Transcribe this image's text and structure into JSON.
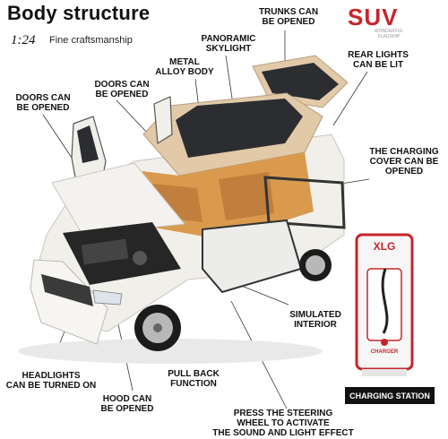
{
  "header": {
    "title": "Body structure",
    "scale": "1:24",
    "tagline": "Fine craftsmanship",
    "brand_mark": "SUV",
    "brand_sub_1": "WONDERFUL",
    "brand_sub_2": "FLAGSHIP"
  },
  "labels": {
    "trunks": [
      "TRUNKS CAN",
      "BE OPENED"
    ],
    "panoramic": [
      "PANORAMIC",
      "SKYLIGHT"
    ],
    "rear_lights": [
      "REAR LIGHTS",
      "CAN BE LIT"
    ],
    "metal_body": [
      "METAL",
      "ALLOY BODY"
    ],
    "doors_left": [
      "DOORS CAN",
      "BE OPENED"
    ],
    "doors_mid": [
      "DOORS CAN",
      "BE OPENED"
    ],
    "charging_cover": [
      "THE CHARGING",
      "COVER CAN BE",
      "OPENED"
    ],
    "simulated_interior": [
      "SIMULATED",
      "INTERIOR"
    ],
    "headlights": [
      "HEADLIGHTS",
      "CAN BE TURNED ON"
    ],
    "pull_back": [
      "PULL BACK",
      "FUNCTION"
    ],
    "hood": [
      "HOOD CAN",
      "BE OPENED"
    ],
    "steering": [
      "PRESS THE STEERING",
      "WHEEL TO ACTIVATE",
      "THE SOUND AND LIGHT EFFECT"
    ]
  },
  "charger": {
    "brand": "XLG",
    "sub": "CHARGER",
    "badge": "CHARGING STATION"
  },
  "colors": {
    "accent_red": "#c8242b",
    "car_white": "#f1efea",
    "roof_gold": "#e2c9a8",
    "interior_tan": "#d99a4e",
    "glass": "#2b2d31"
  }
}
